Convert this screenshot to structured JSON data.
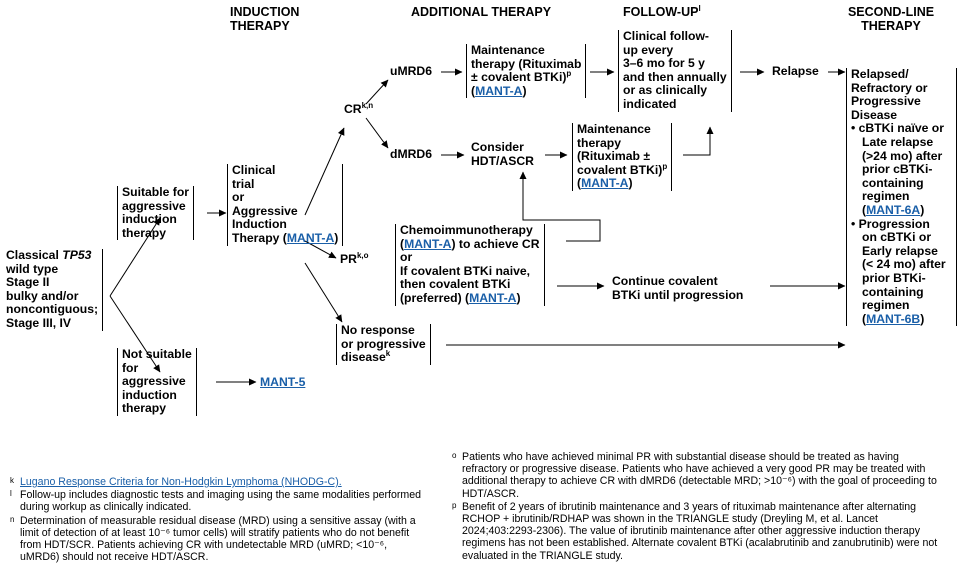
{
  "headers": {
    "induction": "INDUCTION THERAPY",
    "additional": "ADDITIONAL THERAPY",
    "followup": "FOLLOW-UP",
    "followup_sup": "l",
    "secondline": "SECOND-LINE THERAPY"
  },
  "start": {
    "line1_pre": "Classical ",
    "line1_italic": "TP53",
    "rest": [
      "wild type",
      "Stage II",
      "bulky and/or",
      "noncontiguous;",
      "Stage III, IV"
    ]
  },
  "suitable": [
    "Suitable for",
    "aggressive",
    "induction",
    "therapy"
  ],
  "not_suitable": [
    "Not suitable",
    "for",
    "aggressive",
    "induction",
    "therapy"
  ],
  "mant5": "MANT-5",
  "clinical": {
    "lines": [
      "Clinical",
      "trial",
      "or",
      "Aggressive",
      "Induction",
      "Therapy ("
    ],
    "link": "MANT-A",
    "tail": ")"
  },
  "cr": {
    "label": "CR",
    "sup": "k,n"
  },
  "pr": {
    "label": "PR",
    "sup": "k,o"
  },
  "umrd6": "uMRD6",
  "dmrd6": "dMRD6",
  "maint1": {
    "lines": [
      "Maintenance",
      "therapy (Rituximab",
      "± covalent BTKi)"
    ],
    "sup": "p",
    "link_pre": "(",
    "link": "MANT-A",
    "link_post": ")"
  },
  "consider": [
    "Consider",
    "HDT/ASCR"
  ],
  "maint2": {
    "lines": [
      "Maintenance",
      "therapy",
      "(Rituximab ±",
      "covalent BTKi)"
    ],
    "sup": "p",
    "link_pre": "(",
    "link": "MANT-A",
    "link_post": ")"
  },
  "followup_text": [
    "Clinical follow-",
    "up every",
    "3–6 mo for 5 y",
    "and then annually",
    "or as clinically",
    "indicated"
  ],
  "relapse": "Relapse",
  "chemo": {
    "l1": "Chemoimmunotherapy",
    "l2_pre": "(",
    "l2_link": "MANT-A",
    "l2_post": ") to achieve CR",
    "l3": "or",
    "l4": "If covalent BTKi naive,",
    "l5": "then covalent BTKi",
    "l6_pre": "(preferred) (",
    "l6_link": "MANT-A",
    "l6_post": ")"
  },
  "continue": [
    "Continue covalent",
    "BTKi until progression"
  ],
  "noresp": {
    "lines": [
      "No response",
      "or progressive",
      "disease"
    ],
    "sup": "k"
  },
  "second": {
    "head": [
      "Relapsed/",
      "Refractory or",
      "Progressive",
      "Disease"
    ],
    "b1": [
      "• cBTKi naïve or",
      "Late relapse",
      "(>24 mo) after",
      "prior cBTKi-",
      "containing",
      "regimen"
    ],
    "b1_link": "MANT-6A",
    "b2": [
      "• Progression",
      "on cBTKi or",
      "Early relapse",
      "(< 24 mo) after",
      "prior BTKi-",
      "containing",
      "regimen"
    ],
    "b2_link": "MANT-6B"
  },
  "footnotes_left": [
    {
      "mark": "k",
      "text": "Lugano Response Criteria for Non-Hodgkin Lymphoma (NHODG-C).",
      "link": true
    },
    {
      "mark": "l",
      "text": "Follow-up includes diagnostic tests and imaging using the same modalities performed during workup as clinically indicated."
    },
    {
      "mark": "n",
      "text": "Determination of measurable residual disease (MRD) using a sensitive assay (with a limit of detection of at least 10⁻⁶ tumor cells) will stratify patients who do not benefit from HDT/SCR. Patients achieving CR with undetectable MRD (uMRD; <10⁻⁶, uMRD6) should not receive HDT/ASCR."
    }
  ],
  "footnotes_right": [
    {
      "mark": "o",
      "text": "Patients who have achieved minimal PR with substantial disease should be treated as having refractory or progressive disease. Patients who have achieved a very good PR may be treated with additional therapy to achieve CR with dMRD6 (detectable MRD; >10⁻⁶) with the goal of proceeding to HDT/ASCR."
    },
    {
      "mark": "p",
      "text": "Benefit of 2 years of ibrutinib maintenance and 3 years of rituximab maintenance after alternating RCHOP + ibrutinib/RDHAP was shown in the TRIANGLE study (Dreyling M, et al. Lancet 2024;403:2293-2306). The value of ibrutinib maintenance after other aggressive induction therapy regimens has not been established. Alternate covalent BTKi (acalabrutinib and zanubrutinib) were not evaluated in the TRIANGLE study."
    }
  ]
}
